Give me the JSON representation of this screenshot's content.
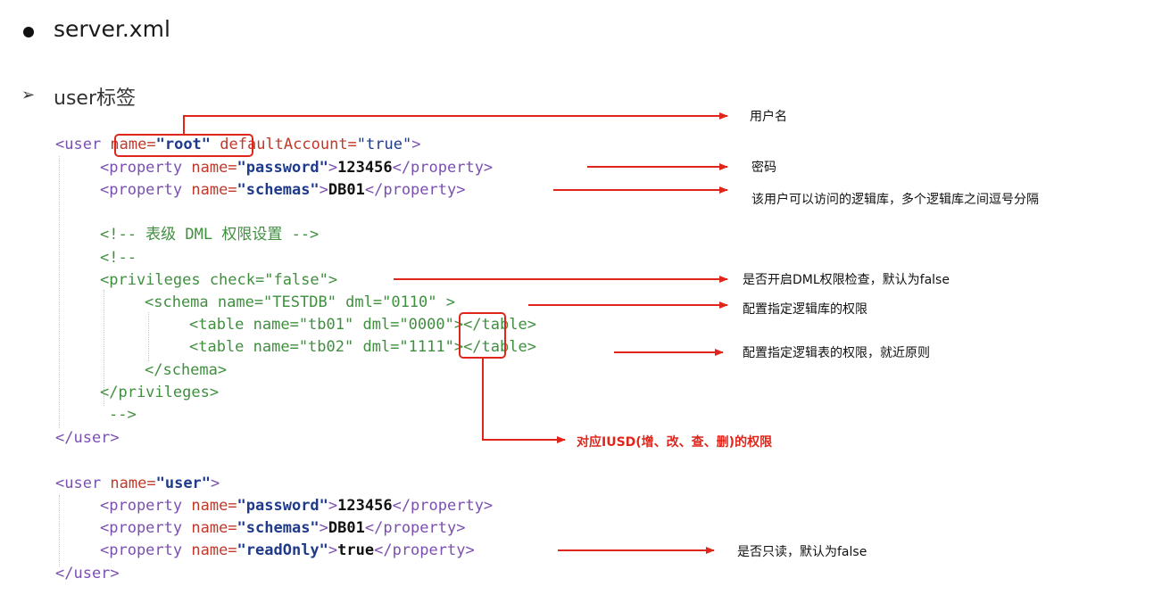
{
  "heading": {
    "title": "server.xml",
    "subtitle": "user标签"
  },
  "block1": {
    "user_open": {
      "tag": "<user ",
      "attr1": "name=",
      "val1": "\"root\"",
      "attr2": " defaultAccount=",
      "val2": "\"true\"",
      "close": ">"
    },
    "prop_password": {
      "open": "<property ",
      "attr": "name=",
      "val": "\"password\"",
      "gt": ">",
      "text": "123456",
      "close": "</property>"
    },
    "prop_schemas": {
      "open": "<property ",
      "attr": "name=",
      "val": "\"schemas\"",
      "gt": ">",
      "text": "DB01",
      "close": "</property>"
    },
    "comment_line": "<!-- 表级 DML 权限设置 -->",
    "comment_open": "<!--",
    "privileges_open": "<privileges check=\"false\">",
    "schema_open": "<schema name=\"TESTDB\" dml=\"0110\" >",
    "table1": {
      "open": "<table name=\"tb01\" dml=\"",
      "dml": "0000",
      "close": "\"></table>"
    },
    "table2": {
      "open": "<table name=\"tb02\" dml=\"",
      "dml": "1111",
      "close": "\"></table>"
    },
    "schema_close": "</schema>",
    "privileges_close": "</privileges>",
    "comment_close": "-->",
    "user_close": "</user>"
  },
  "block2": {
    "user_open": {
      "tag": "<user ",
      "attr": "name=",
      "val": "\"user\"",
      "close": ">"
    },
    "prop_password": {
      "open": "<property ",
      "attr": "name=",
      "val": "\"password\"",
      "gt": ">",
      "text": "123456",
      "close": "</property>"
    },
    "prop_schemas": {
      "open": "<property ",
      "attr": "name=",
      "val": "\"schemas\"",
      "gt": ">",
      "text": "DB01",
      "close": "</property>"
    },
    "prop_readonly": {
      "open": "<property ",
      "attr": "name=",
      "val": "\"readOnly\"",
      "gt": ">",
      "text": "true",
      "close": "</property>"
    },
    "user_close": "</user>"
  },
  "annotations": {
    "username": "用户名",
    "password": "密码",
    "schemas": "该用户可以访问的逻辑库，多个逻辑库之间逗号分隔",
    "privileges": "是否开启DML权限检查，默认为false",
    "schema": "配置指定逻辑库的权限",
    "table": "配置指定逻辑表的权限，就近原则",
    "iusd": "对应IUSD(增、改、查、删)的权限",
    "readonly": "是否只读，默认为false"
  },
  "colors": {
    "arrow": "#e0261b",
    "tag": "#7a4fb0",
    "attr": "#c0392b",
    "value": "#1f3a8a",
    "comment": "#3f8f3f"
  }
}
